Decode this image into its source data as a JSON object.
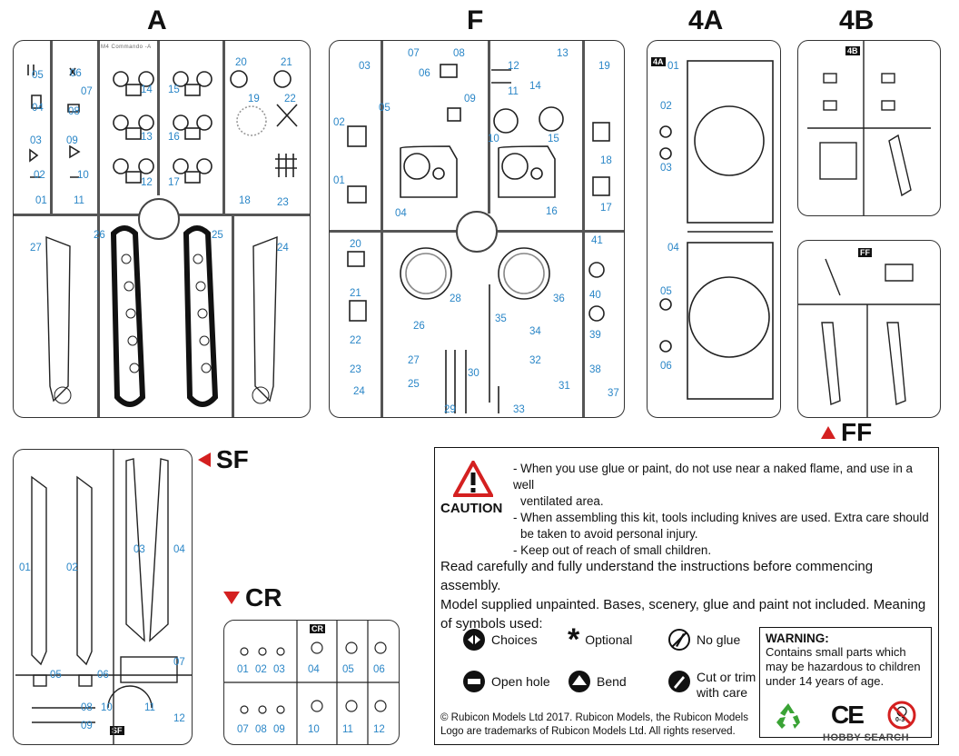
{
  "sprue_titles": {
    "a": "A",
    "f": "F",
    "s4a": "4A",
    "s4b": "4B"
  },
  "side_labels": {
    "sf": "SF",
    "cr": "CR",
    "ff": "FF"
  },
  "sprue_tags": {
    "a4": "4A",
    "b4": "4B",
    "ff": "FF",
    "cr": "CR",
    "sf": "SF"
  },
  "sprue_a": {
    "header_text": "M4 Commando -A",
    "left_col": [
      "05",
      "04",
      "03",
      "02",
      "01"
    ],
    "mid_col": [
      "06",
      "07",
      "08",
      "09",
      "10",
      "11"
    ],
    "wheels_left": [
      "14",
      "13",
      "12"
    ],
    "wheels_right": [
      "15",
      "16",
      "17"
    ],
    "right_top": [
      "20",
      "21",
      "19",
      "22",
      "18",
      "23"
    ],
    "bottom": [
      "27",
      "26",
      "25",
      "24"
    ]
  },
  "sprue_f": {
    "top": [
      "07",
      "06",
      "08",
      "12",
      "13",
      "03",
      "05",
      "09",
      "11",
      "14",
      "19",
      "02",
      "10",
      "15",
      "18",
      "01",
      "04",
      "16",
      "17"
    ],
    "bottom": [
      "20",
      "21",
      "22",
      "23",
      "24",
      "25",
      "26",
      "27",
      "28",
      "35",
      "36",
      "34",
      "32",
      "41",
      "40",
      "39",
      "38",
      "31",
      "37",
      "30",
      "29",
      "33"
    ]
  },
  "sprue_4a": [
    "01",
    "02",
    "03",
    "04",
    "05",
    "06"
  ],
  "sprue_sf": [
    "01",
    "02",
    "03",
    "04",
    "05",
    "06",
    "07",
    "08",
    "09",
    "10",
    "11",
    "12"
  ],
  "sprue_cr": [
    "01",
    "02",
    "03",
    "04",
    "05",
    "06",
    "07",
    "08",
    "09",
    "10",
    "11",
    "12"
  ],
  "notice": {
    "caution_label": "CAUTION",
    "caution_lines": [
      "- When you use glue or paint, do not use near a naked flame, and use in a well",
      "ventilated area.",
      "- When assembling this kit, tools including knives are used.  Extra care should",
      "be taken to avoid personal injury.",
      "- Keep out of reach of small children."
    ],
    "instructions": [
      "Read carefully and fully understand the instructions before commencing assembly.",
      "Model supplied unpainted.  Bases, scenery, glue and paint not included.  Meaning",
      "of symbols used:"
    ],
    "symbols": {
      "choices": "Choices",
      "optional": "Optional",
      "no_glue": "No glue",
      "open_hole": "Open hole",
      "bend": "Bend",
      "cut_or_trim_1": "Cut or trim",
      "cut_or_trim_2": "with care"
    },
    "copyright_1": "© Rubicon Models Ltd  2017.  Rubicon Models, the Rubicon Models",
    "copyright_2": "Logo are trademarks of Rubicon Models Ltd.  All rights reserved.",
    "warning_title": "WARNING:",
    "warning_lines": [
      "Contains small parts which",
      "may be hazardous to children",
      "under 14 years of age."
    ],
    "ce_mark": "CE",
    "age_mark": "0-3"
  },
  "watermark": "HOBBY SEARCH",
  "colors": {
    "part_number": "#2a86c7",
    "arrow_red": "#d42020",
    "caution_red": "#d42020",
    "recycle_green": "#3aa335"
  }
}
